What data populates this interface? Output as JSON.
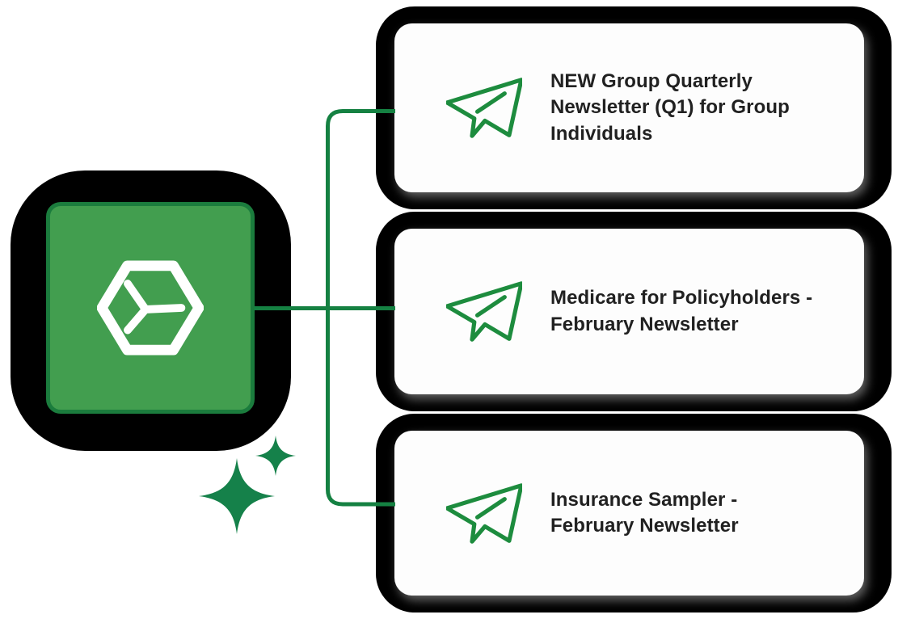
{
  "diagram": {
    "description_title": "",
    "background": "#FFFFFF"
  },
  "source_node": {
    "icon": "hexagon-cube-icon",
    "tile_color": "#429E4F",
    "tile_border_color": "#1B7C3D",
    "outline_color": "#000000"
  },
  "decoration": {
    "icon": "sparkles-icon",
    "color": "#15814A"
  },
  "connectors": {
    "color": "#158142",
    "branch_count": 3
  },
  "cards": [
    {
      "icon": "paper-plane-icon",
      "title": "NEW Group Quarterly Newsletter (Q1) for Group Individuals",
      "title_lines": [
        "NEW Group Quarterly",
        "Newsletter (Q1) for Group",
        "Individuals"
      ]
    },
    {
      "icon": "paper-plane-icon",
      "title": "Medicare for Policyholders - February Newsletter",
      "title_lines": [
        "Medicare for Policyholders -",
        "February Newsletter"
      ]
    },
    {
      "icon": "paper-plane-icon",
      "title": "Insurance Sampler - February Newsletter",
      "title_lines": [
        "Insurance Sampler -",
        "February Newsletter"
      ]
    }
  ],
  "colors": {
    "background": "#FFFFFF",
    "tile_fill": "#429E4F",
    "tile_border": "#1B7C3D",
    "connector": "#158142",
    "plane_icon": "#1D8C3E",
    "sparkle": "#15814A",
    "text": "#212121",
    "card_outline": "#000000",
    "card_bg": "#FDFDFD"
  }
}
